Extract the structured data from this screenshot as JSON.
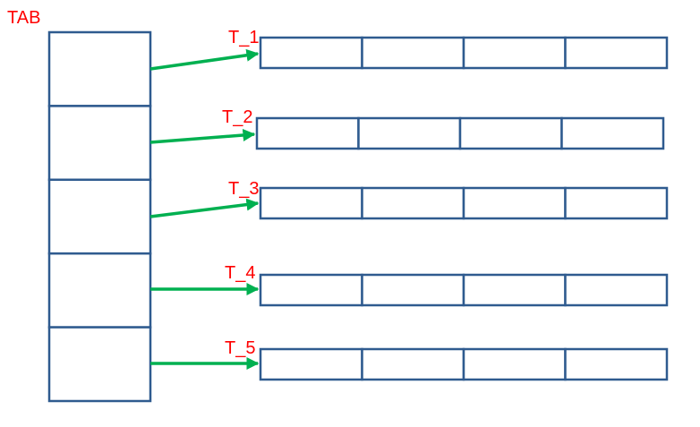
{
  "diagram": {
    "main_table_label": "TAB",
    "main_table_slots": 5,
    "rows": [
      {
        "label": "T_1",
        "cells": 4
      },
      {
        "label": "T_2",
        "cells": 4
      },
      {
        "label": "T_3",
        "cells": 4
      },
      {
        "label": "T_4",
        "cells": 4
      },
      {
        "label": "T_5",
        "cells": 4
      }
    ],
    "colors": {
      "label": "#ff0000",
      "border": "#2f5b8f",
      "arrow": "#00b050"
    }
  }
}
